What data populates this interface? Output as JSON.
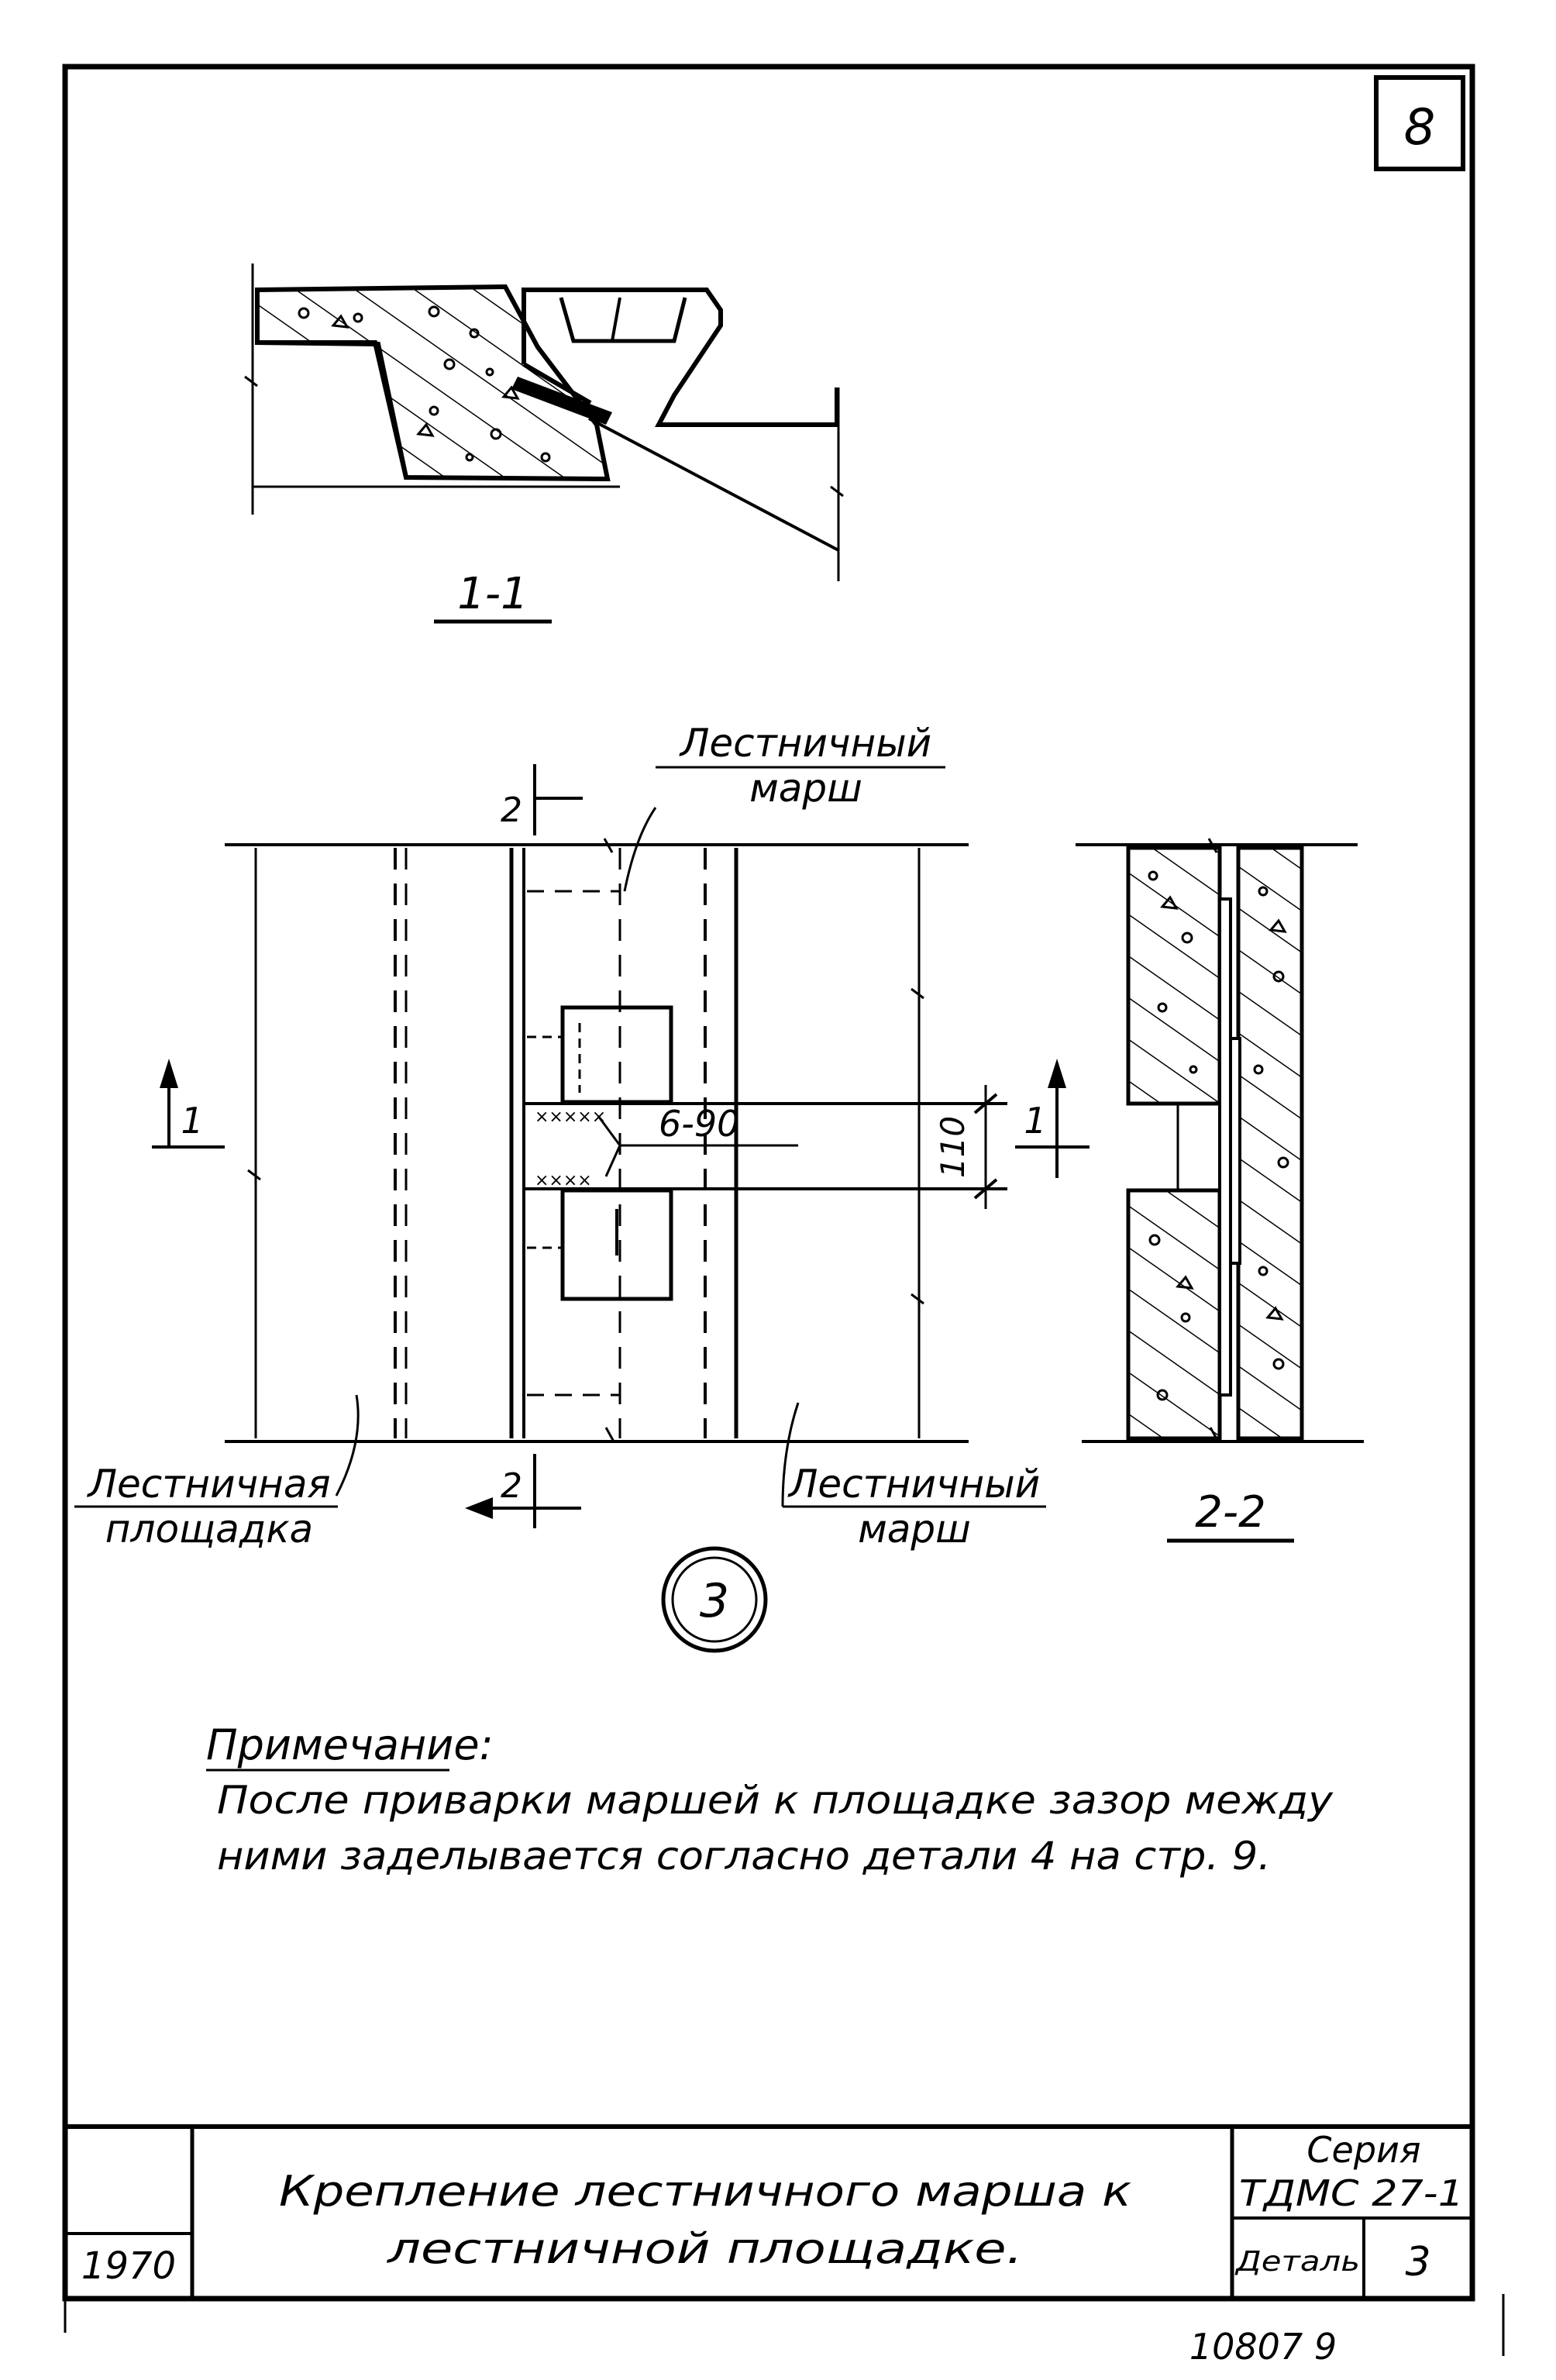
{
  "sheet": {
    "page_number": "8",
    "bottom_ref": "10807   9"
  },
  "section_1_1": {
    "label": "1-1"
  },
  "plan": {
    "label_march_top": [
      "Лестничный",
      "марш"
    ],
    "label_march_bottom": [
      "Лестничный",
      "марш"
    ],
    "label_landing": [
      "Лестничная",
      "площадка"
    ],
    "weld": "6-90",
    "dimension": "110",
    "cut_1": "1",
    "cut_2": "2",
    "detail_number": "3"
  },
  "section_2_2": {
    "label": "2-2"
  },
  "note": {
    "title": "Примечание:",
    "lines": [
      "После приварки маршей к площадке зазор между",
      "ними заделывается согласно детали 4 на стр. 9."
    ]
  },
  "title_block": {
    "year": "1970",
    "title_lines": [
      "Крепление лестничного марша к",
      "лестничной площадке."
    ],
    "series_label": "Серия",
    "series_value": "ТДМС 27-1",
    "detail_label": "Деталь",
    "detail_value": "3"
  }
}
